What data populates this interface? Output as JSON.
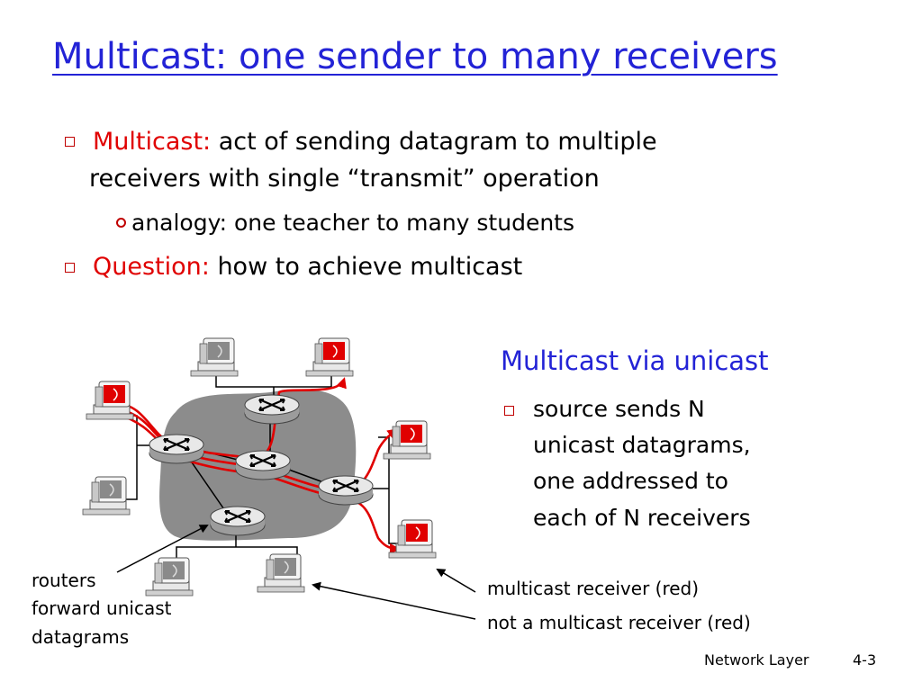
{
  "title": "Multicast: one sender to many receivers",
  "bullets": {
    "b1": {
      "head": "Multicast:",
      "line1": " act of sending datagram to multiple",
      "line2": "receivers with single “transmit” operation"
    },
    "b1_sub": "analogy: one teacher to many students",
    "b2": {
      "head": "Question:",
      "rest": " how to achieve multicast"
    }
  },
  "right_panel": {
    "heading": "Multicast via unicast",
    "bullet_lines": [
      "source sends N",
      "unicast datagrams,",
      "one addressed to",
      "each of N receivers"
    ]
  },
  "labels": {
    "routers": [
      "routers",
      "forward unicast",
      "datagrams"
    ],
    "multicast_receiver": "multicast receiver (red)",
    "not_multicast_receiver": "not a multicast receiver (red)"
  },
  "footer": {
    "left": "Network Layer",
    "right": "4-3"
  },
  "colors": {
    "title": "#2323d6",
    "accent": "#e00000",
    "cloud": "#8c8c8c",
    "path": "#e00000"
  },
  "icons": [
    "router-icon",
    "computer-icon-red",
    "computer-icon-gray"
  ]
}
